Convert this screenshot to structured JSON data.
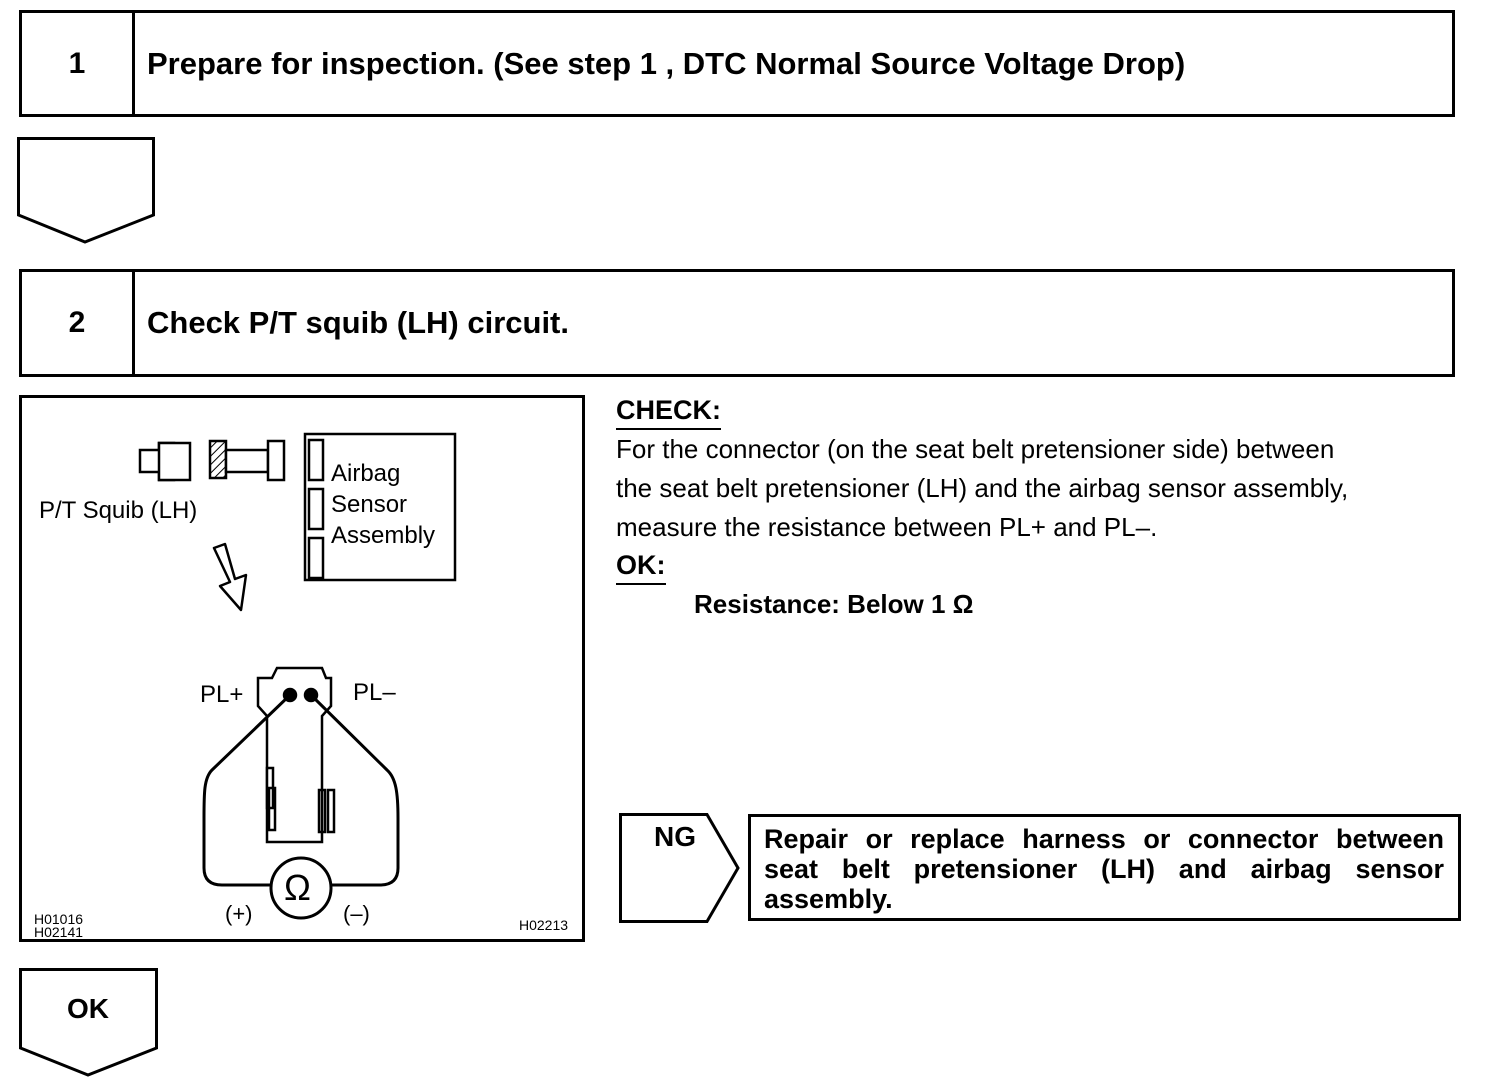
{
  "steps": [
    {
      "number": "1",
      "title": "Prepare for inspection. (See step 1 , DTC Normal Source Voltage Drop)"
    },
    {
      "number": "2",
      "title": "Check P/T squib (LH) circuit."
    }
  ],
  "figure": {
    "squib_label": "P/T Squib (LH)",
    "sensor_label_lines": [
      "Airbag",
      "Sensor",
      "Assembly"
    ],
    "pl_plus": "PL+",
    "pl_minus": "PL–",
    "ohm_symbol": "Ω",
    "probe_plus": "(+)",
    "probe_minus": "(–)",
    "codes_left": [
      "H01016",
      "H02141"
    ],
    "code_right": "H02213"
  },
  "check": {
    "heading": "CHECK:",
    "lines": [
      "For the connector (on the seat belt pretensioner side) between",
      "the seat belt pretensioner (LH) and the airbag sensor assembly,",
      "measure the resistance between PL+ and PL–."
    ],
    "ok_heading": "OK:",
    "spec": "Resistance: Below 1 Ω"
  },
  "ng": {
    "label": "NG",
    "action": "Repair or replace harness or connector between seat belt pretensioner (LH) and airbag sensor assembly."
  },
  "ok_label": "OK"
}
